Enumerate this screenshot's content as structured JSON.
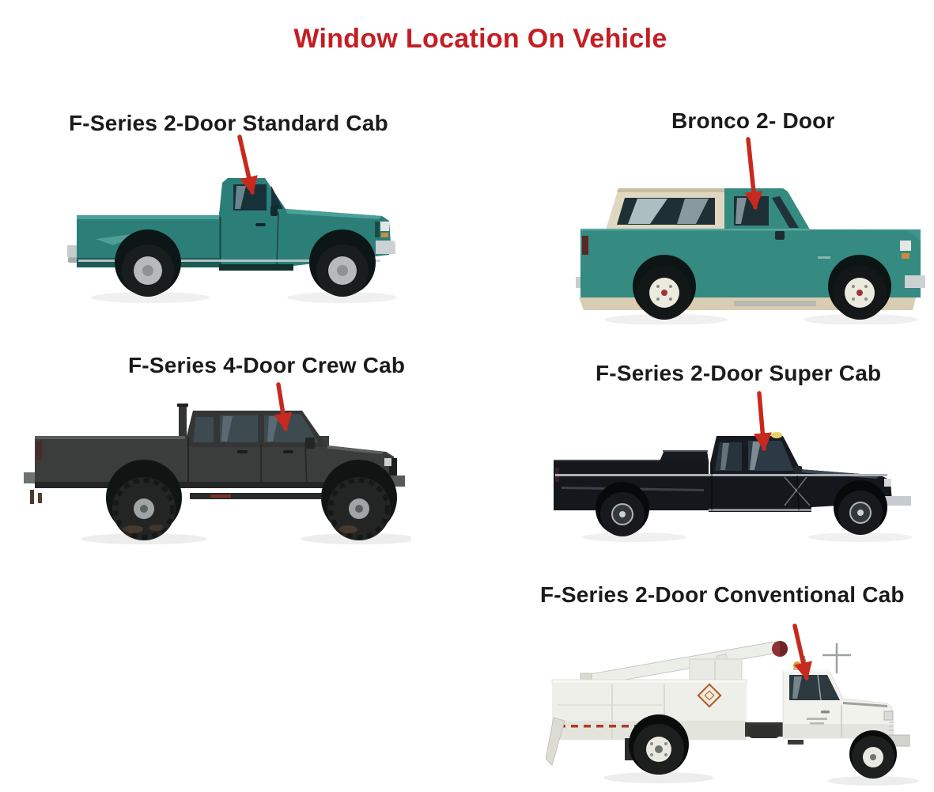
{
  "title": {
    "text": "Window Location On Vehicle",
    "color": "#C41E23"
  },
  "vehicles": [
    {
      "name": "f-series-2-door-standard-cab",
      "label": "F-Series 2-Door Standard Cab",
      "description": "Teal 2-door standard cab pickup, side view facing right; red arrow points to the door window",
      "body_color": "#2B7F78"
    },
    {
      "name": "bronco-2-door",
      "label": "Bronco 2- Door",
      "description": "Teal Bronco SUV with tan hardtop and tan rocker band, side view facing right; red arrow points to the door window",
      "body_color": "#358A81",
      "roof_color": "#E0D7C0"
    },
    {
      "name": "f-series-4-door-crew-cab",
      "label": "F-Series 4-Door Crew Cab",
      "description": "Dark charcoal lifted 4-door crew cab pickup with oversized tires and exhaust stack, side view facing right; red arrow points to the front door window",
      "body_color": "#3B3D3C"
    },
    {
      "name": "f-series-2-door-super-cab",
      "label": "F-Series 2-Door Super Cab",
      "description": "Black 2-door super cab long-bed pickup with bed toolbox, side view facing right; red arrow points to the door window",
      "body_color": "#14171B"
    },
    {
      "name": "f-series-2-door-conventional-cab",
      "label": "F-Series 2-Door Conventional Cab",
      "description": "White conventional-cab medium-duty truck with utility service body and boom crane, side view facing right; red arrow points to the door window",
      "body_color": "#F0F0EA"
    }
  ],
  "annotations": {
    "arrow_color": "#C8291E",
    "arrow_meaning": "Each red arrow points to the door window location on the vehicle"
  }
}
